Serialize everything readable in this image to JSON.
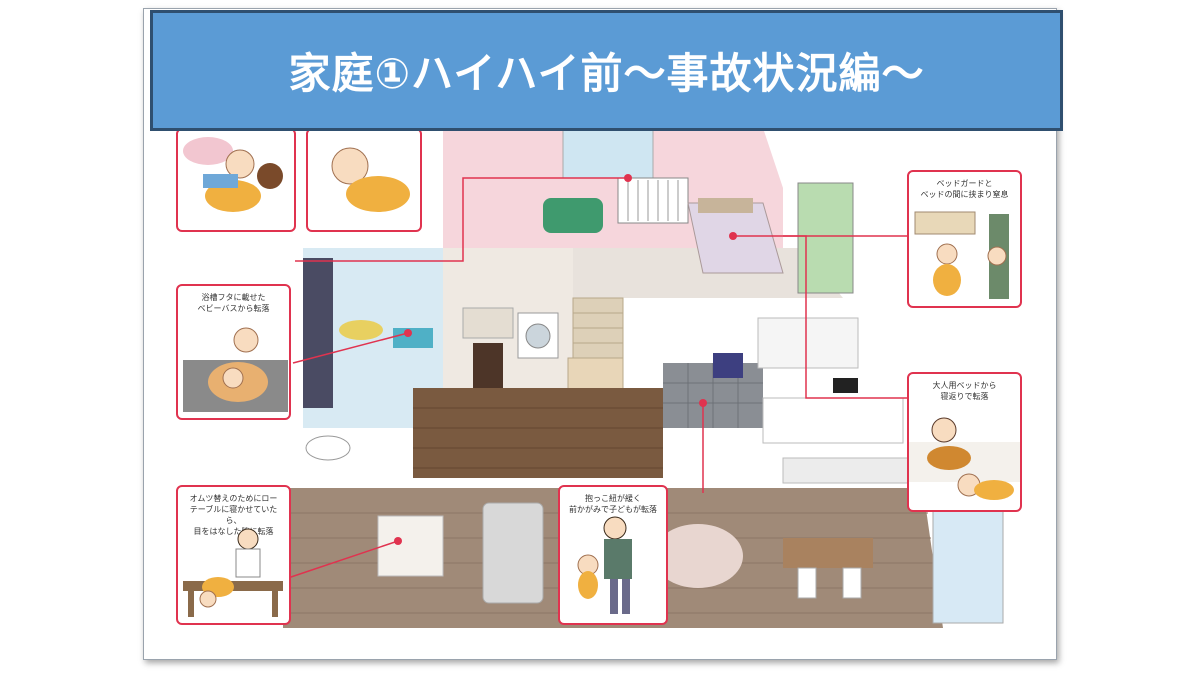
{
  "title": "家庭①ハイハイ前～事故状況編～",
  "colors": {
    "banner": "#5b9bd5",
    "banner_border": "#2f4f6f",
    "callout_border": "#e0334f",
    "leader_line": "#e0334f"
  },
  "callouts": [
    {
      "id": "sleep-soft-bedding",
      "caption": ""
    },
    {
      "id": "sleep-face-down",
      "caption": ""
    },
    {
      "id": "bed-guard-gap",
      "caption": "ベッドガードと\nベッドの間に挟まり窒息"
    },
    {
      "id": "baby-bath-fall",
      "caption": "浴槽フタに載せた\nベビーバスから転落"
    },
    {
      "id": "adult-bed-fall",
      "caption": "大人用ベッドから\n寝返りで転落"
    },
    {
      "id": "diaper-table-fall",
      "caption": "オムツ替えのためにロー\nテーブルに寝かせていたら、\n目をはなした隙に転落"
    },
    {
      "id": "carrier-lean-fall",
      "caption": "抱っこ紐が緩く\n前かがみで子どもが転落"
    }
  ]
}
